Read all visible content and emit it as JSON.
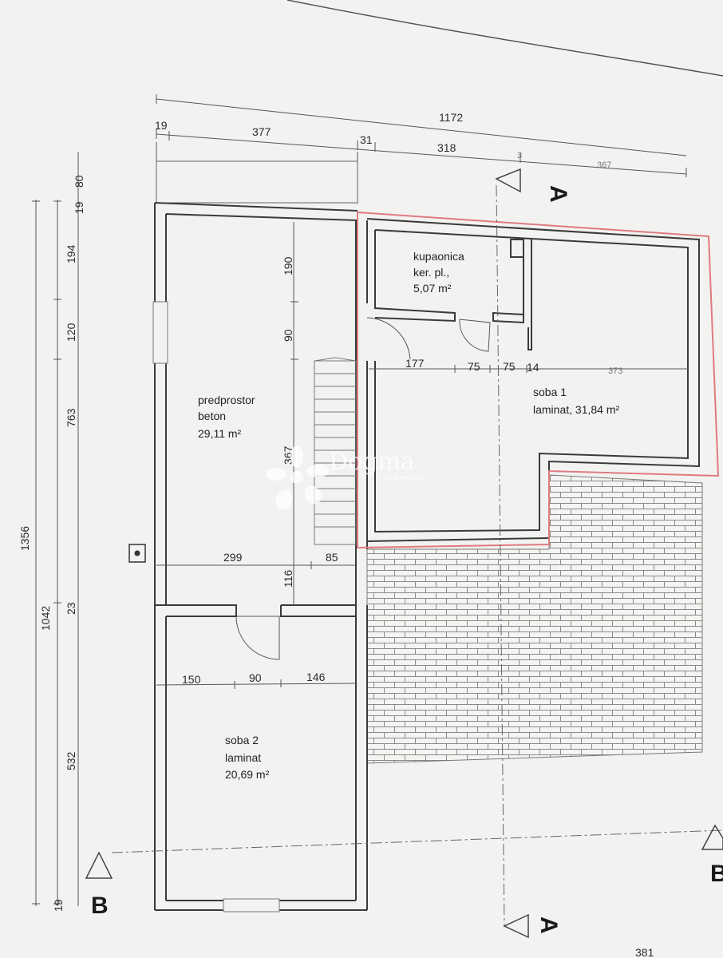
{
  "plan": {
    "dimensions_top": {
      "overall": "1172",
      "d1": "19",
      "d2": "377",
      "d3": "31",
      "d4": "318",
      "d5": "3",
      "d6": "367"
    },
    "dimensions_left": {
      "overall": "1356",
      "d1042": "1042",
      "d763": "763",
      "d532": "532",
      "d194": "194",
      "d120": "120",
      "d80": "80",
      "d19a": "19",
      "d19b": "19",
      "d23": "23"
    },
    "dimensions_inner": {
      "d190": "190",
      "d90": "90",
      "d367": "367",
      "d116": "116",
      "d299": "299",
      "d85": "85",
      "d150": "150",
      "d90b": "90",
      "d146": "146",
      "d177": "177",
      "d75a": "75",
      "d75b": "75",
      "d14": "14",
      "d373": "373",
      "d381": "381"
    },
    "rooms": {
      "predprostor": {
        "name": "predprostor",
        "floor": "beton",
        "area": "29,11 m²"
      },
      "kupaonica": {
        "name": "kupaonica",
        "floor": "ker. pl.,",
        "area": "5,07 m²"
      },
      "soba1": {
        "name": "soba 1",
        "floor_area": "laminat, 31,84 m²"
      },
      "soba2": {
        "name": "soba 2",
        "floor": "laminat",
        "area": "20,69 m²"
      }
    },
    "section_markers": {
      "a_top": "A",
      "a_bottom": "A",
      "b_left": "B",
      "b_right": "B"
    },
    "watermark": {
      "brand": "Dogma",
      "sub": "nekretnine"
    },
    "colors": {
      "wall": "#3a3a3a",
      "highlight": "#e07a80",
      "paving": "#8a8a8a",
      "paper": "#f2f3f1"
    }
  }
}
